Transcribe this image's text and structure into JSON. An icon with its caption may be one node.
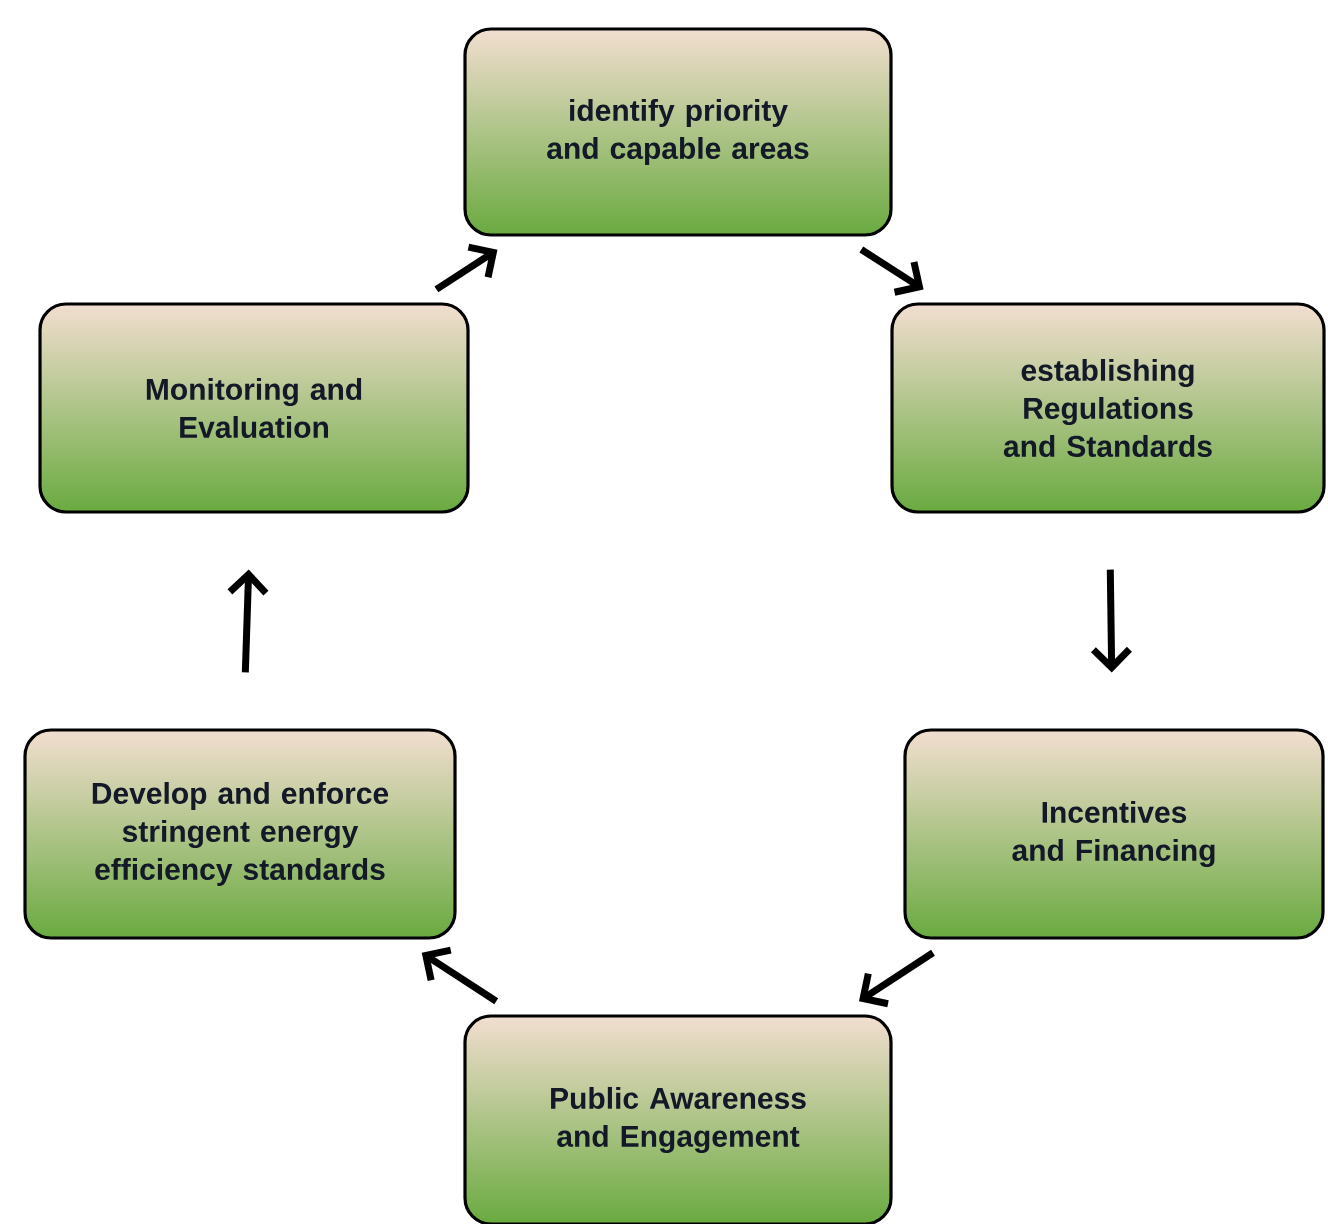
{
  "diagram": {
    "nodes": [
      {
        "text": [
          "identify priority and capable areas"
        ]
      },
      {
        "text": [
          "establishing Regulations and Standards"
        ]
      },
      {
        "text": [
          "Incentives and Financing"
        ]
      },
      {
        "text": [
          "Public Awareness and Engagement"
        ]
      },
      {
        "text": [
          "Develop and enforce stringent energy efficiency standards"
        ]
      },
      {
        "text": [
          "Monitoring and Evaluation"
        ]
      }
    ],
    "edges": [
      {
        "from": 0,
        "to": 1,
        "arrow": "to"
      },
      {
        "from": 1,
        "to": 2,
        "arrow": "to"
      },
      {
        "from": 2,
        "to": 3,
        "arrow": "to"
      },
      {
        "from": 3,
        "to": 4,
        "arrow": "to"
      },
      {
        "from": 4,
        "to": 5,
        "arrow": "to"
      },
      {
        "from": 5,
        "to": 0,
        "arrow": "to"
      }
    ]
  }
}
